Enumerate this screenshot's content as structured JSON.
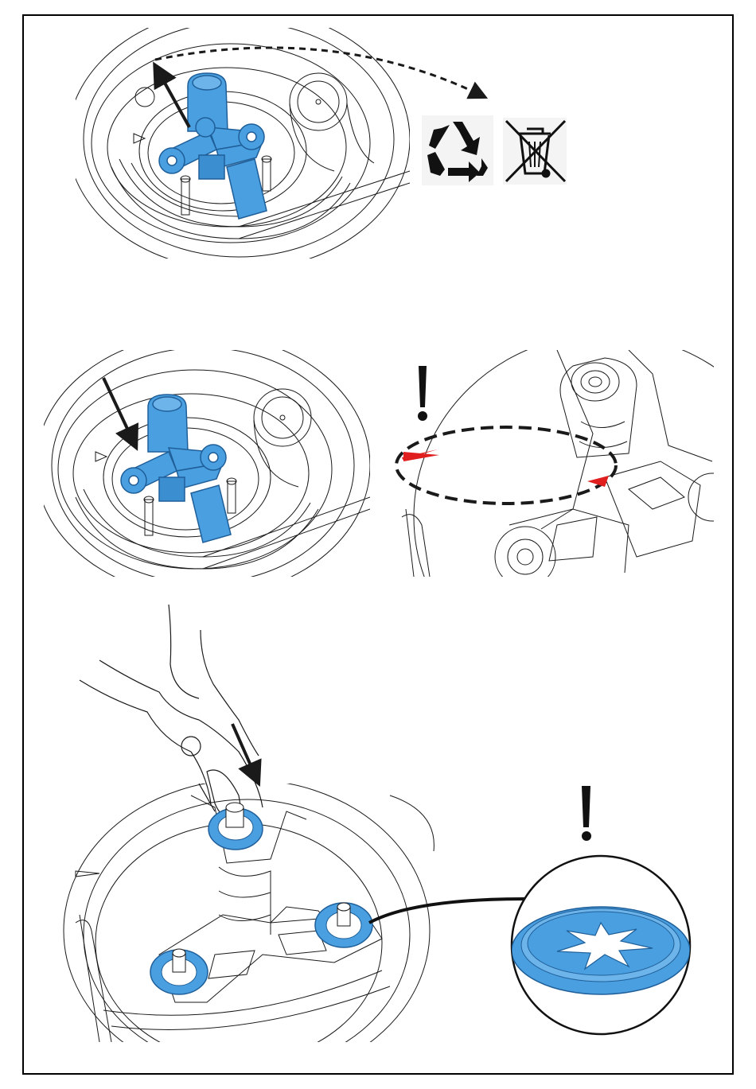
{
  "figure": {
    "frame_color": "#000000",
    "line_color": "#1a1a1a",
    "part_fill": "#4a9fe0",
    "part_stroke": "#1f5f99",
    "marker_color": "#e01e1e"
  },
  "panels": [
    {
      "name": "remove-rotor",
      "icons": [
        "recycle-icon",
        "weee-crossed-bin-icon"
      ]
    },
    {
      "name": "insert-new-rotor"
    },
    {
      "name": "alignment-mark-detail",
      "icons": [
        "exclamation-icon"
      ]
    },
    {
      "name": "press-washers-with-pliers",
      "icons": [
        "exclamation-icon"
      ]
    }
  ]
}
